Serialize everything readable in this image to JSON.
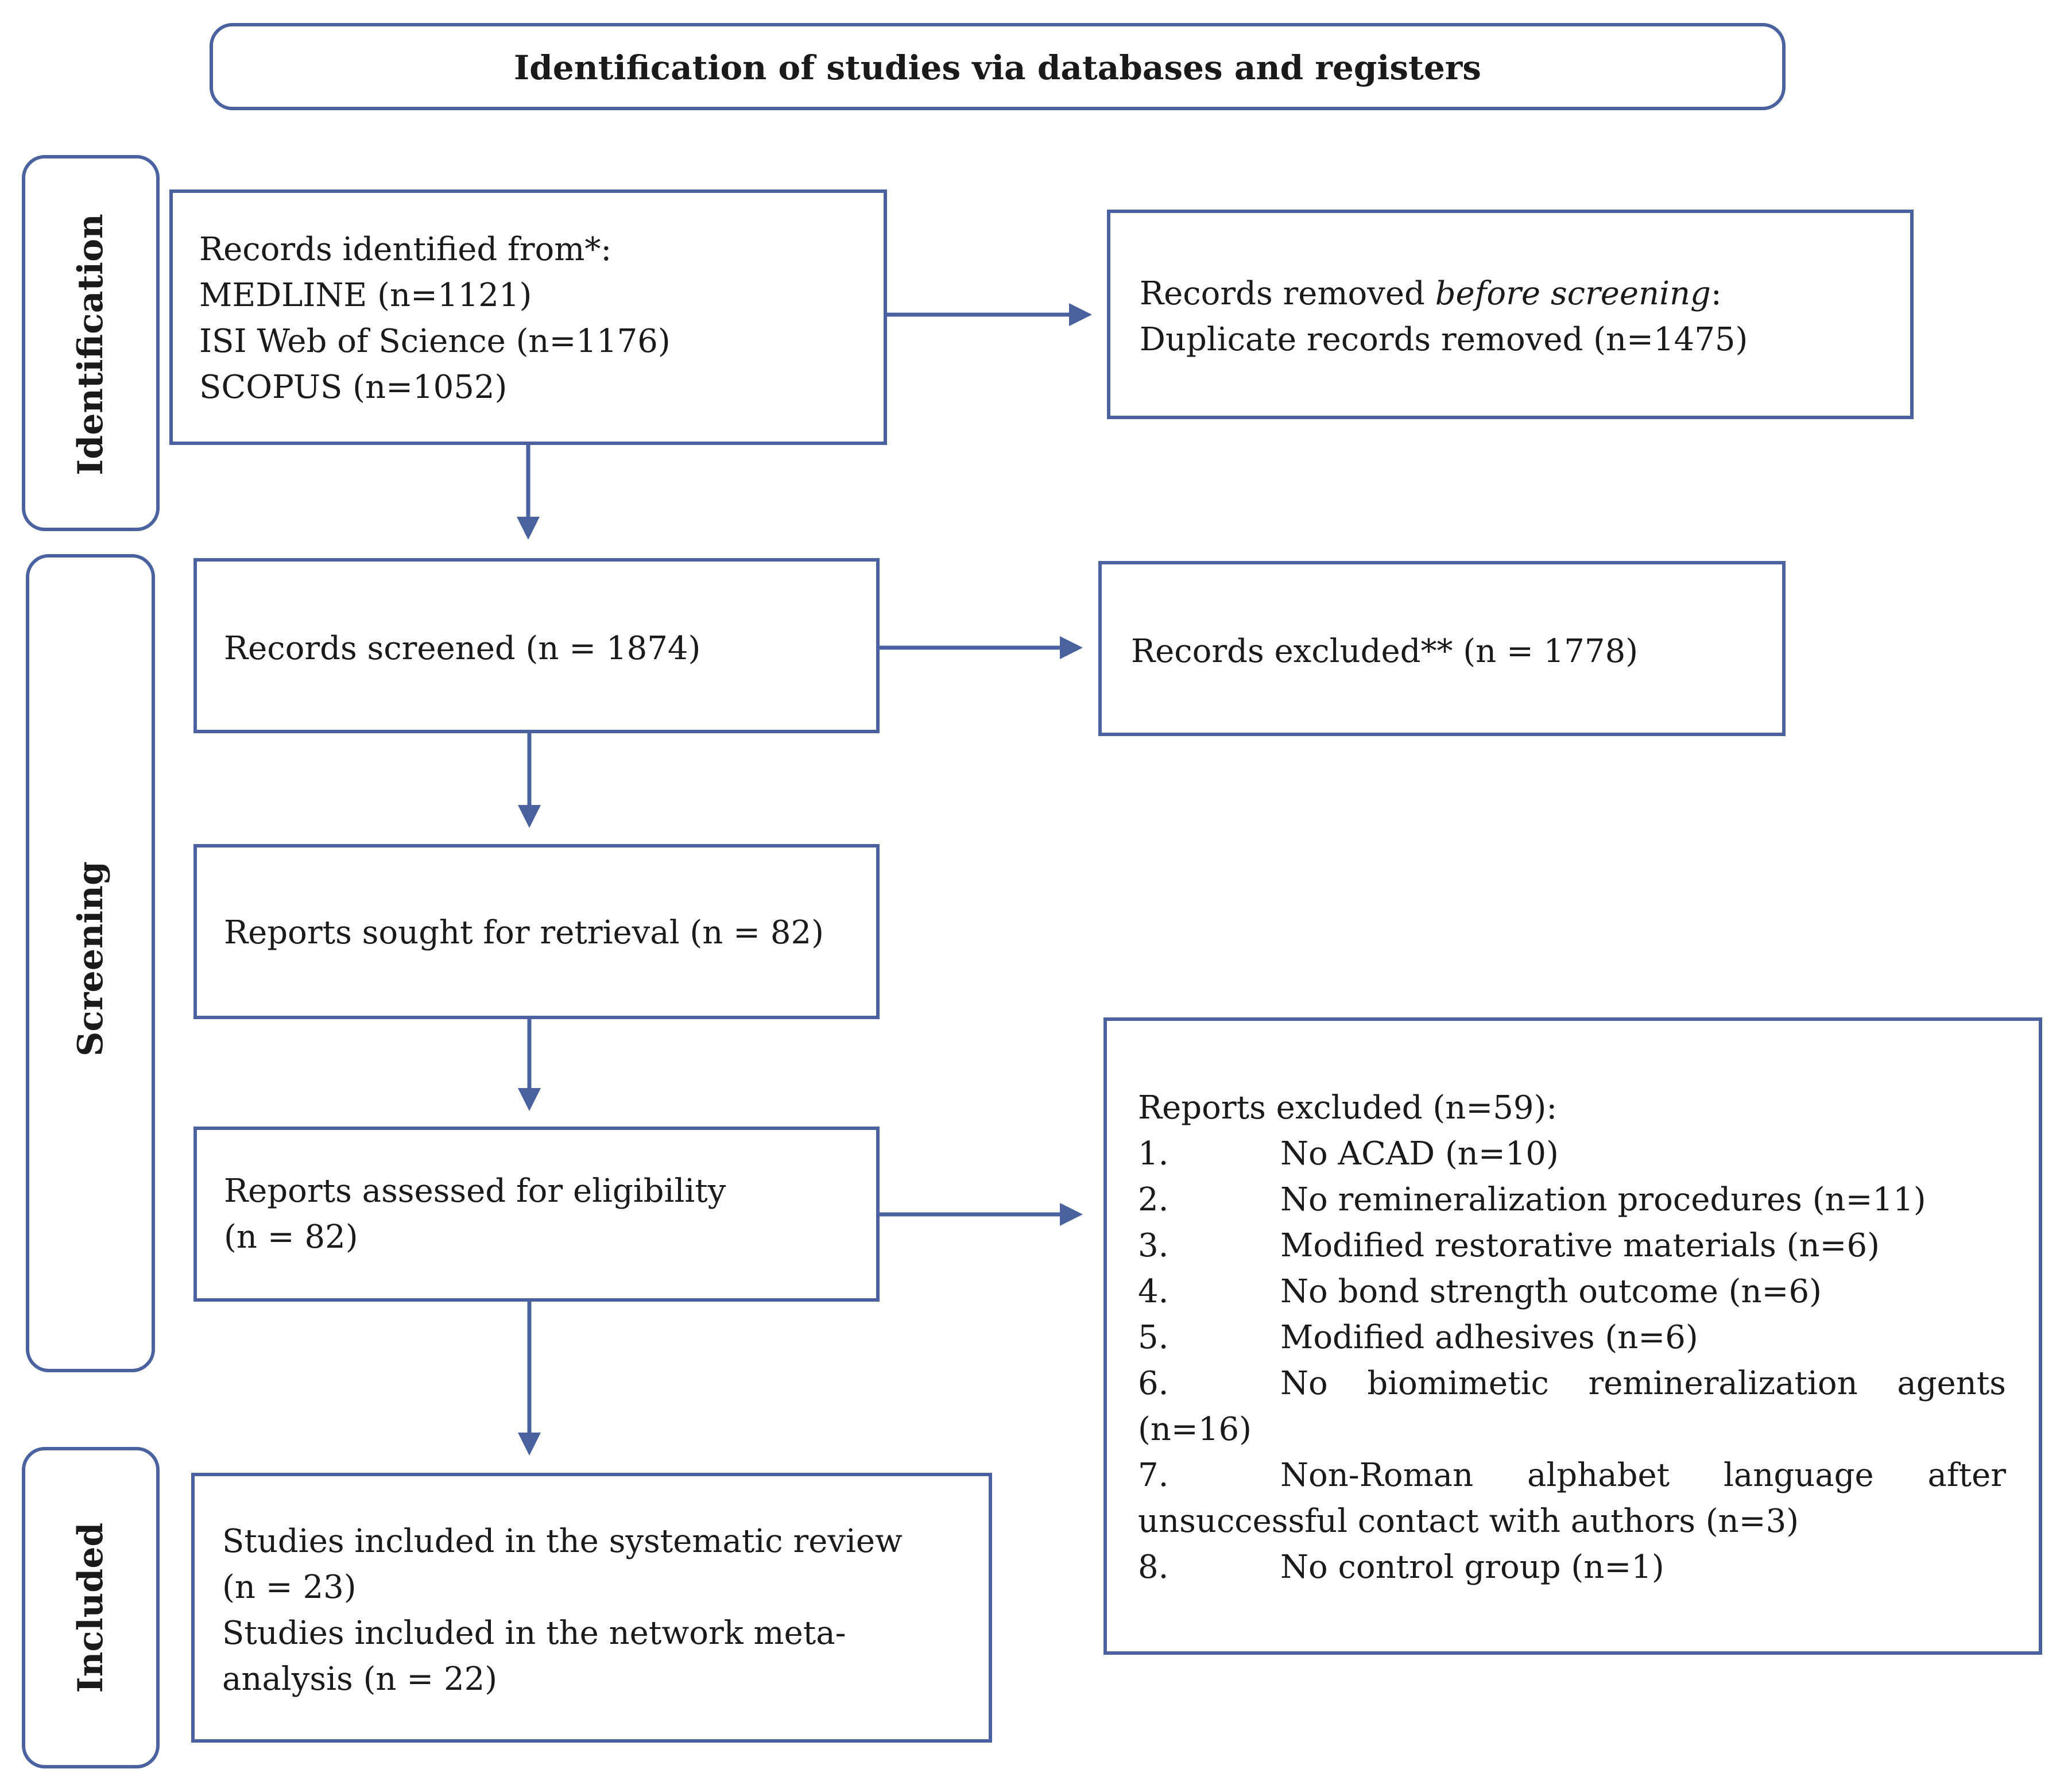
{
  "header": {
    "title": "Identification of studies via databases and registers"
  },
  "phases": {
    "identification": "Identification",
    "screening": "Screening",
    "included": "Included"
  },
  "identified": {
    "line1": "Records identified from*:",
    "line2": "MEDLINE (n=1121)",
    "line3": "ISI Web of Science (n=1176)",
    "line4": "SCOPUS (n=1052)"
  },
  "removed": {
    "line1_prefix": "Records removed ",
    "line1_italic": "before screening",
    "line1_suffix": ":",
    "line2": "Duplicate records removed (n=1475)"
  },
  "screened": {
    "text": "Records screened (n = 1874)"
  },
  "excluded": {
    "text": "Records excluded** (n = 1778)"
  },
  "sought": {
    "text": "Reports sought for retrieval (n = 82)"
  },
  "assessed": {
    "line1": "Reports assessed for eligibility",
    "line2": "(n = 82)"
  },
  "reports_excluded": {
    "title": "Reports excluded (n=59):",
    "items": [
      {
        "num": "1.",
        "text": "No ACAD (n=10)"
      },
      {
        "num": "2.",
        "text": "No remineralization procedures (n=11)"
      },
      {
        "num": "3.",
        "text": "Modified restorative materials (n=6)"
      },
      {
        "num": "4.",
        "text": "No bond strength outcome (n=6)"
      },
      {
        "num": "5.",
        "text": "Modified adhesives (n=6)"
      },
      {
        "num": "6.",
        "text": "No biomimetic remineralization agents",
        "cont": "(n=16)"
      },
      {
        "num": "7.",
        "text": "Non-Roman alphabet language after",
        "cont": "unsuccessful contact with authors (n=3)"
      },
      {
        "num": "8.",
        "text": "No control group (n=1)"
      }
    ]
  },
  "included": {
    "line1": "Studies included in the systematic review",
    "line2": "(n = 23)",
    "line3": "Studies included in the network meta-",
    "line4": "analysis (n = 22)"
  },
  "colors": {
    "stroke": "#4a62a0",
    "text": "#1a1a1a"
  }
}
